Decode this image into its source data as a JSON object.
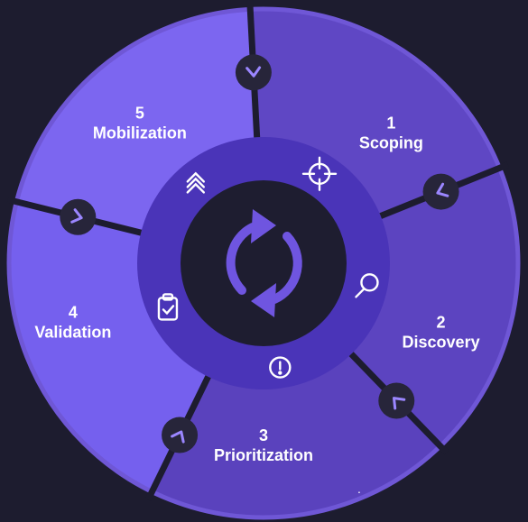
{
  "colors": {
    "background": "#1d1c2f",
    "outer_ring": "#6f57d6",
    "divider": "#1d1c2f",
    "inner_ring": "#4a34b8",
    "core": "#1e1d30",
    "cycle_icon": "#6f55e0",
    "arrow_badge": "#27253a"
  },
  "phases": [
    {
      "number": "1",
      "label": "Scoping",
      "fill": "#5f47c4",
      "icon": "crosshair-icon"
    },
    {
      "number": "2",
      "label": "Discovery",
      "fill": "#5c44c0",
      "icon": "magnifier-icon"
    },
    {
      "number": "3",
      "label": "Prioritization",
      "fill": "#5a42bd",
      "icon": "alert-circle-icon"
    },
    {
      "number": "4",
      "label": "Validation",
      "fill": "#7560ee",
      "icon": "clipboard-check-icon"
    },
    {
      "number": "5",
      "label": "Mobilization",
      "fill": "#7c66f0",
      "icon": "chevrons-up-icon"
    }
  ],
  "center_icon": "cycle-arrows-icon",
  "stray_text": "."
}
